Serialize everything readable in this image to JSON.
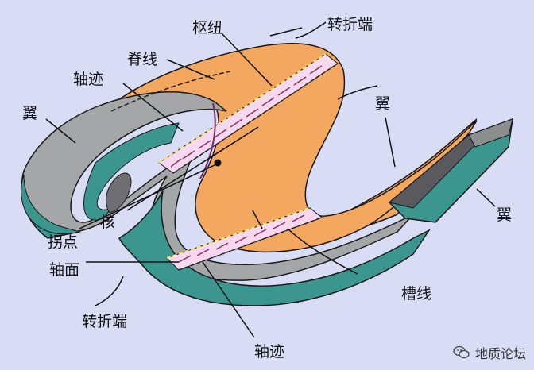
{
  "labels": {
    "shuniu": "枢纽",
    "zhuanzheduan_top": "转折端",
    "jixian": "脊线",
    "zhouji_top": "轴迹",
    "yi_left": "翼",
    "yi_right_top": "翼",
    "yi_right": "翼",
    "he": "核",
    "guaidian": "拐点",
    "zhoumian": "轴面",
    "caoxian": "槽线",
    "zhuanzheduan_bottom": "转折端",
    "zhouji_bottom": "轴迹"
  },
  "watermark": {
    "text": "地质论坛"
  },
  "colors": {
    "background": "#d9dcf5",
    "orange_surface": "#f4a85f",
    "gray_layer": "#a4a6a8",
    "teal_layer": "#3a968e",
    "axial_plane": "#f7d8f0"
  }
}
